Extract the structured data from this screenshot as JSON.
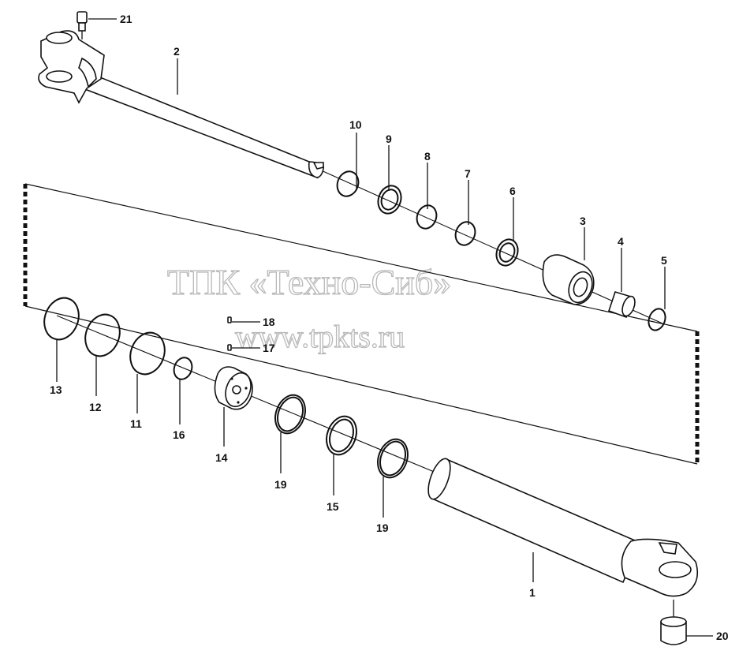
{
  "watermark": {
    "line1": "ТПК «Техно-Сиб»",
    "line2": "www.tpkts.ru"
  },
  "callouts": {
    "c1": "1",
    "c2": "2",
    "c3": "3",
    "c4": "4",
    "c5": "5",
    "c6": "6",
    "c7": "7",
    "c8": "8",
    "c9": "9",
    "c10": "10",
    "c11": "11",
    "c12": "12",
    "c13": "13",
    "c14": "14",
    "c15": "15",
    "c16": "16",
    "c17": "17",
    "c18": "18",
    "c19a": "19",
    "c19b": "19",
    "c20": "20",
    "c21": "21"
  }
}
